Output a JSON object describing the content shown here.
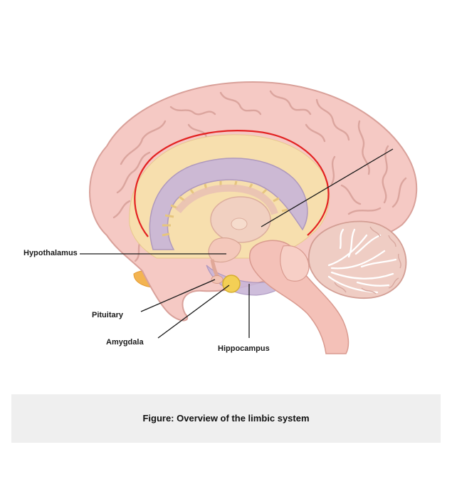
{
  "labels": {
    "hypothalamus": "Hypothalamus",
    "pituitary": "Pituitary",
    "amygdala": "Amygdala",
    "hippocampus": "Hippocampus"
  },
  "caption": "Figure: Overview of the limbic system",
  "colors": {
    "cortex": "#f5c9c4",
    "cortex_outline": "#d9a19a",
    "limbic_fill": "#f7dfae",
    "cingulate_outline": "#e32222",
    "corpus_callosum": "#c9b6d8",
    "brainstem": "#f4c1b8",
    "amygdala": "#f3cf55",
    "cerebellum": "#efcdc4",
    "caption_bg": "#efefef"
  }
}
